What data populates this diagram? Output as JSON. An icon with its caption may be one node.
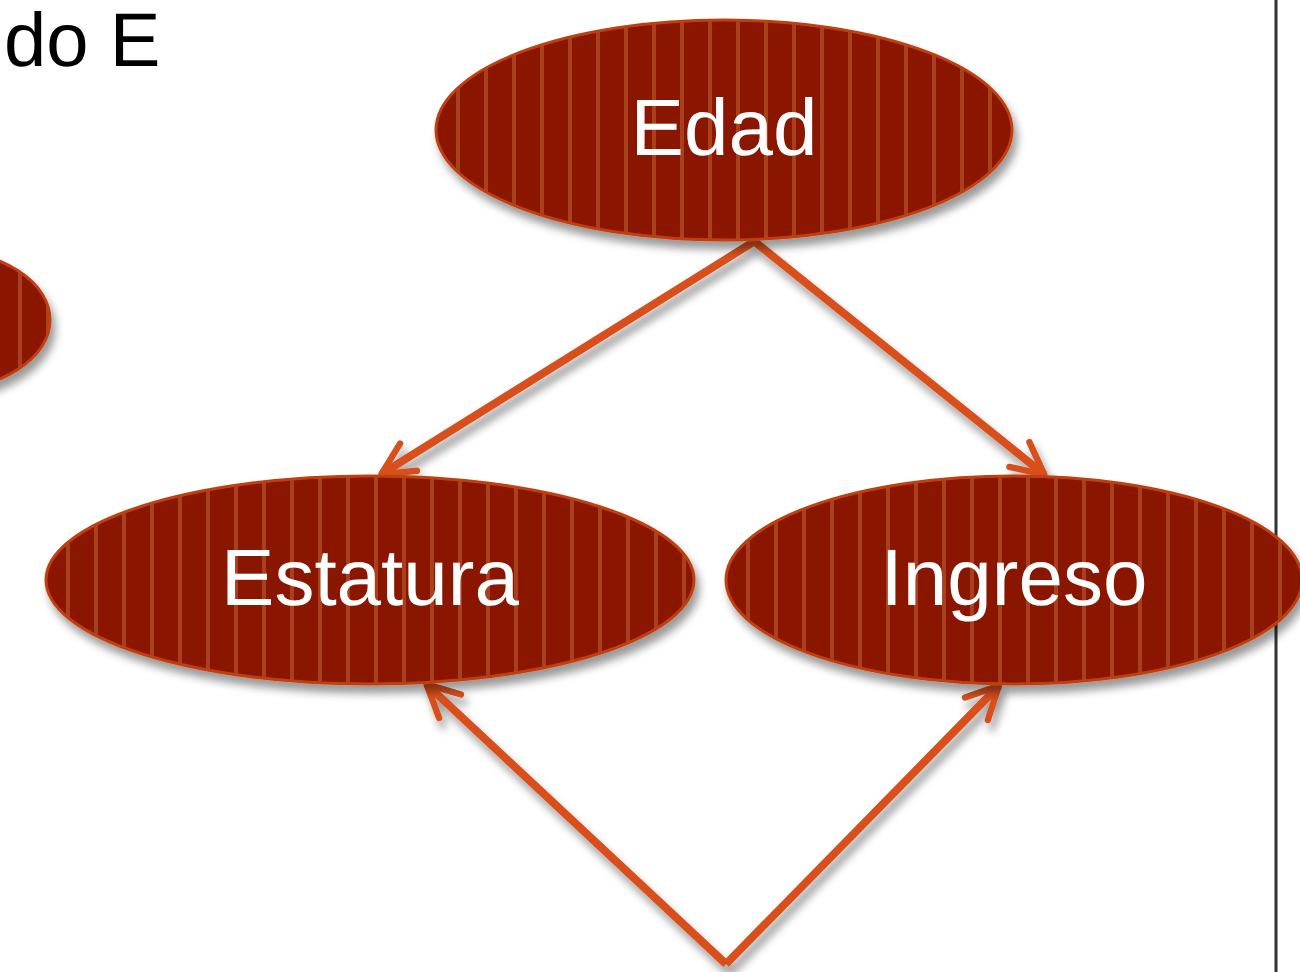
{
  "diagram": {
    "nodes": [
      {
        "text": [
          "Edad"
        ]
      },
      {
        "text": [],
        "shape": "ellipse"
      },
      {
        "text": [
          "Estatura"
        ]
      },
      {
        "text": [
          "Ingreso"
        ]
      }
    ],
    "edges": [
      {
        "from": 0,
        "to": 2,
        "arrow": "to"
      },
      {
        "from": 0,
        "to": 3,
        "arrow": "to"
      },
      {
        "from": null,
        "to": 2,
        "arrow": "to"
      },
      {
        "from": null,
        "to": 3,
        "arrow": "to"
      }
    ],
    "labels": [
      "do E"
    ]
  }
}
